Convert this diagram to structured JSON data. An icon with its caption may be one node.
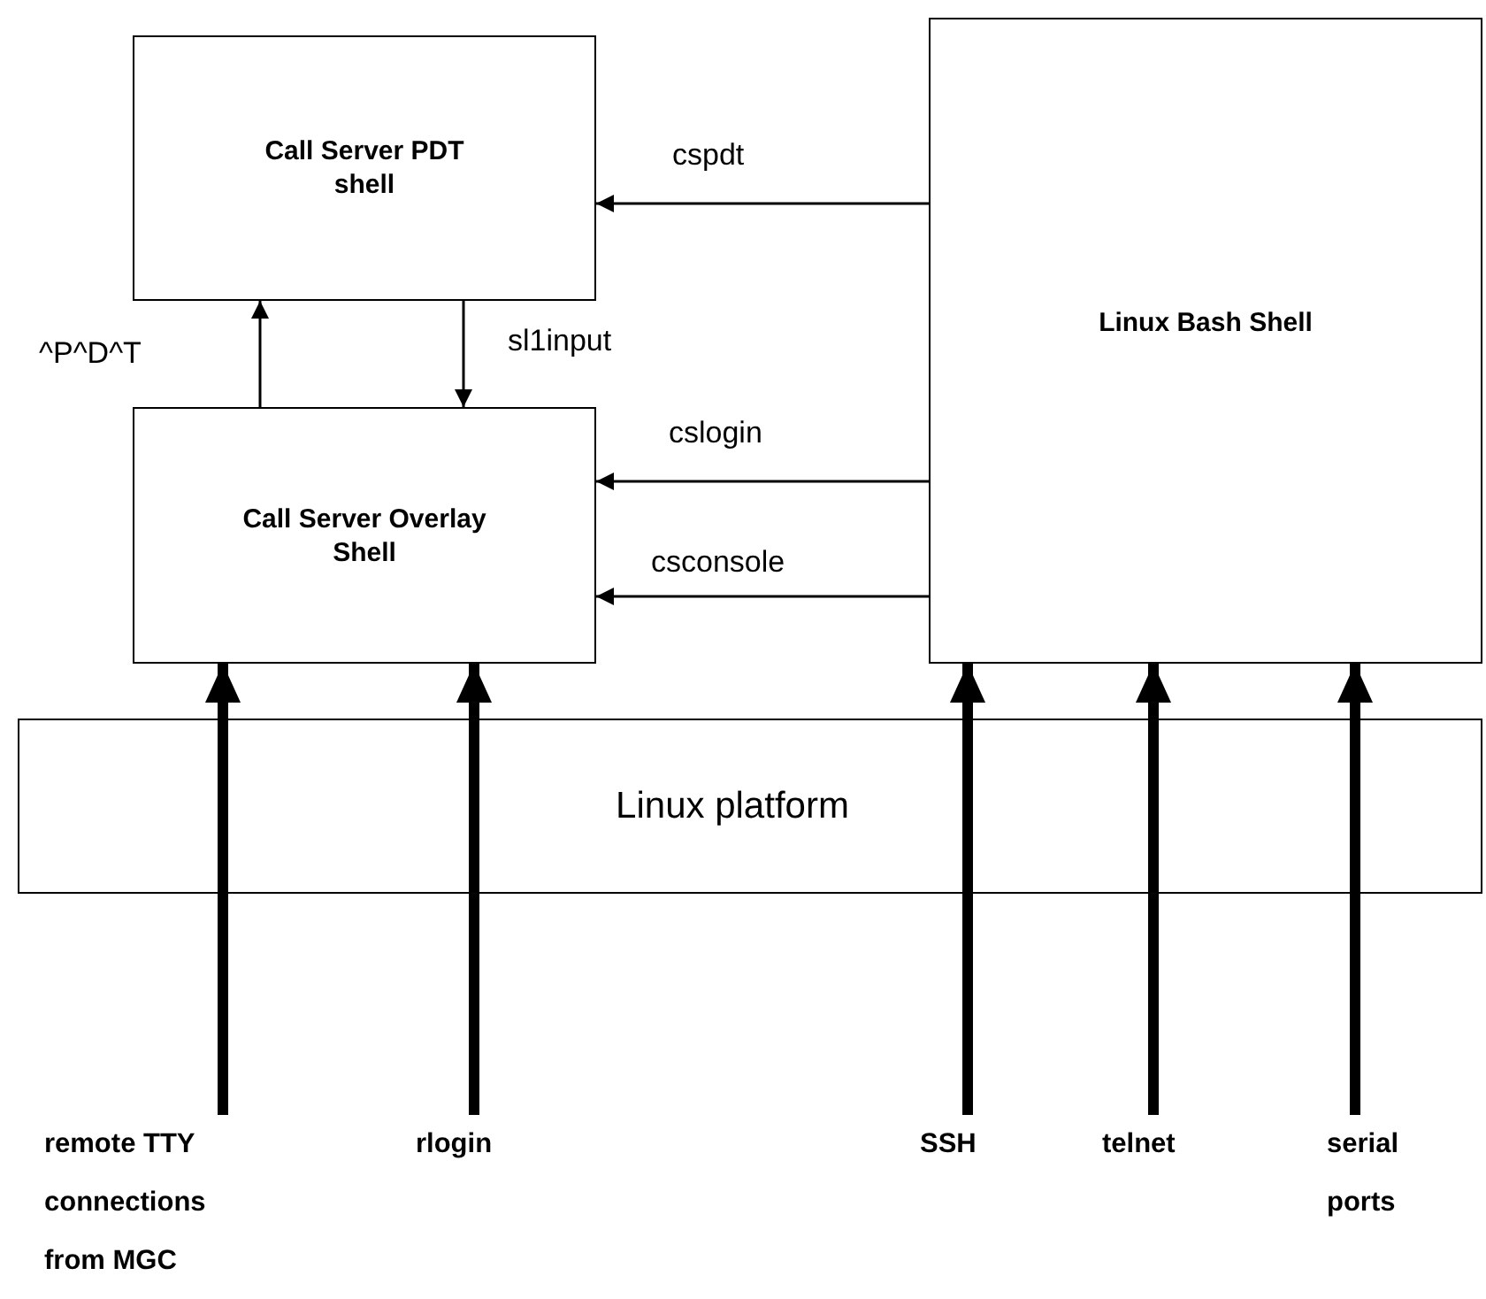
{
  "diagram": {
    "nodes": [
      {
        "text": [
          "Call Server PDT shell"
        ]
      },
      {
        "text": [
          "Call Server Overlay Shell"
        ]
      },
      {
        "text": [
          "Linux Bash Shell"
        ]
      },
      {
        "text": [
          "remote TTY connections from MGC"
        ]
      },
      {
        "text": [
          "rlogin"
        ]
      },
      {
        "text": [
          "SSH"
        ]
      },
      {
        "text": [
          "telnet"
        ]
      },
      {
        "text": [
          "serial ports"
        ]
      }
    ],
    "edges": [
      {
        "from": 2,
        "to": 0,
        "arrow": "to",
        "label": "cspdt"
      },
      {
        "from": 1,
        "to": 0,
        "arrow": "to",
        "label": "^P^D^T"
      },
      {
        "from": 0,
        "to": 1,
        "arrow": "to",
        "label": "sl1input"
      },
      {
        "from": 2,
        "to": 1,
        "arrow": "to",
        "label": "cslogin"
      },
      {
        "from": 2,
        "to": 1,
        "arrow": "to",
        "label": "csconsole"
      },
      {
        "from": 3,
        "to": 1,
        "arrow": "to",
        "style": "thick"
      },
      {
        "from": 4,
        "to": 1,
        "arrow": "to",
        "style": "thick"
      },
      {
        "from": 5,
        "to": 2,
        "arrow": "to",
        "style": "thick"
      },
      {
        "from": 6,
        "to": 2,
        "arrow": "to",
        "style": "thick"
      },
      {
        "from": 7,
        "to": 2,
        "arrow": "to",
        "style": "thick"
      }
    ],
    "labels": [
      "Linux platform"
    ]
  }
}
